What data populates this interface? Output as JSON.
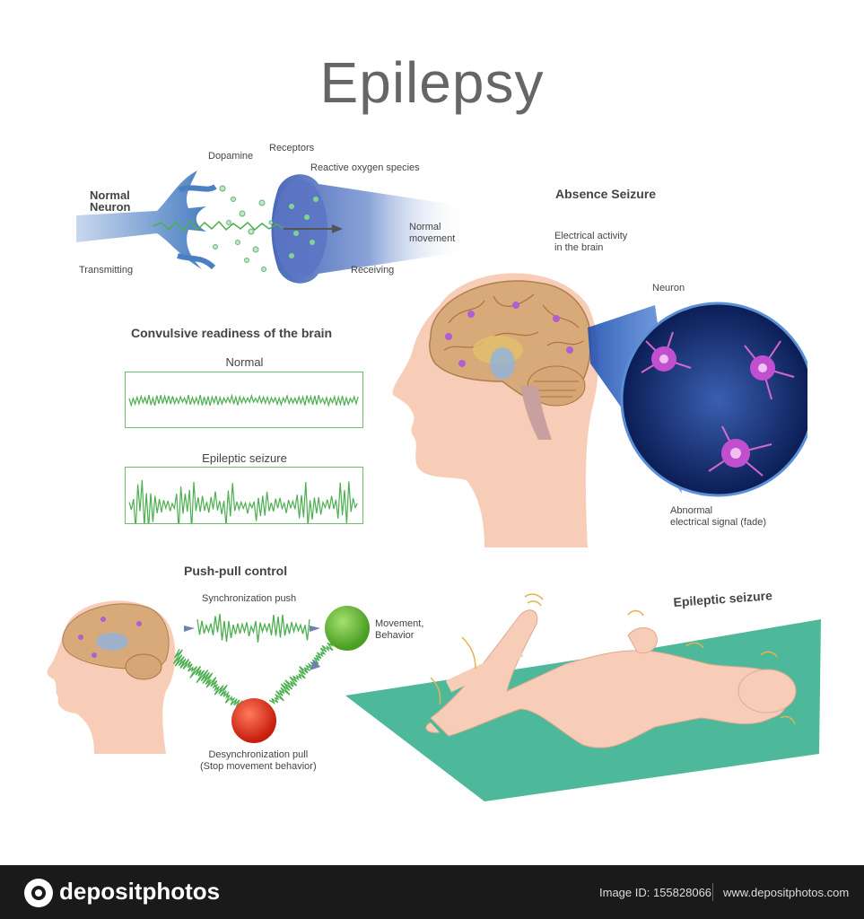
{
  "title": "Epilepsy",
  "neuron": {
    "heading": "Normal\nNeuron",
    "dopamine": "Dopamine",
    "receptors": "Receptors",
    "ros": "Reactive oxygen species",
    "normal_movement": "Normal\nmovement",
    "transmitting": "Transmitting",
    "receiving": "Receiving"
  },
  "absence": {
    "heading": "Absence Seizure",
    "electrical_activity": "Electrical activity\nin the brain",
    "neuron": "Neuron",
    "abnormal": "Abnormal\nelectrical signal (fade)"
  },
  "convulsive": {
    "heading": "Convulsive readiness of the brain",
    "normal": "Normal",
    "epileptic": "Epileptic seizure"
  },
  "pushpull": {
    "heading": "Push-pull control",
    "sync": "Synchronization push",
    "movement": "Movement,\nBehavior",
    "desync": "Desynchronization pull\n(Stop movement behavior)"
  },
  "seizure_label": "Epileptic seizure",
  "footer": {
    "brand": "depositphotos",
    "image_id": "Image ID: 155828066",
    "site": "www.depositphotos.com"
  },
  "colors": {
    "neuron_blue": "#4a7fc1",
    "wave_green": "#4caf50",
    "skin": "#f7cdb8",
    "mat": "#4db89a",
    "red": "#e0301e",
    "green_ball": "#6cc13a"
  }
}
